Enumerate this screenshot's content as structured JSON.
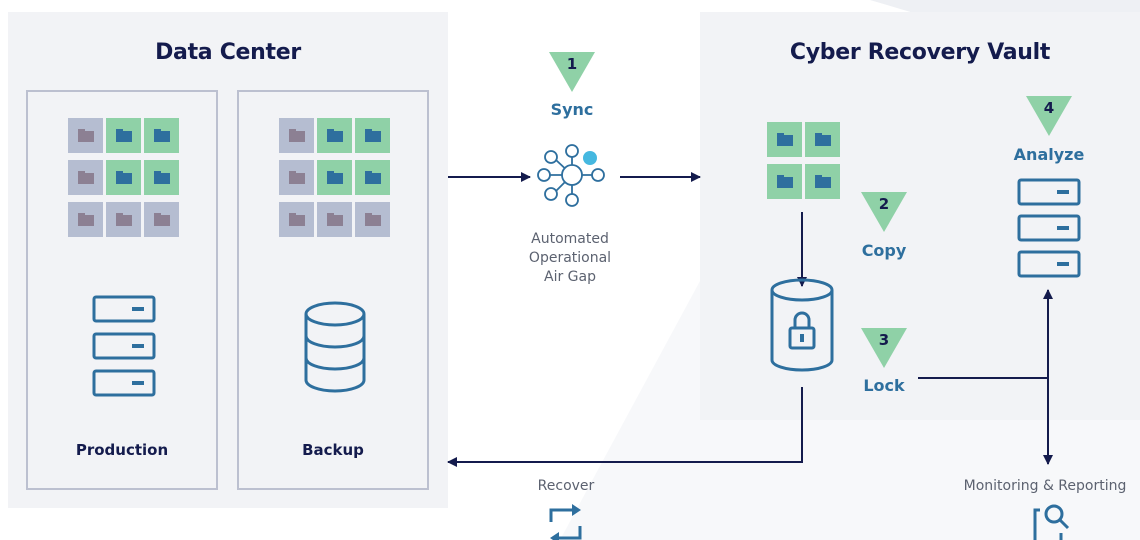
{
  "data_center": {
    "title": "Data Center",
    "production_label": "Production",
    "backup_label": "Backup"
  },
  "vault": {
    "title": "Cyber Recovery Vault"
  },
  "steps": {
    "sync": {
      "number": "1",
      "label": "Sync"
    },
    "copy": {
      "number": "2",
      "label": "Copy"
    },
    "lock": {
      "number": "3",
      "label": "Lock"
    },
    "analyze": {
      "number": "4",
      "label": "Analyze"
    }
  },
  "air_gap": {
    "line1": "Automated",
    "line2": "Operational",
    "line3": "Air Gap"
  },
  "recover_label": "Recover",
  "monitoring_label": "Monitoring & Reporting",
  "colors": {
    "navy": "#141b4d",
    "blue": "#2e6f9e",
    "green": "#8fd1a7",
    "gray_tile": "#b5bdd1",
    "accent_cyan": "#45b8e0"
  },
  "icons": {
    "network": "network-hub-icon",
    "database": "database-icon",
    "locked_database": "locked-database-icon",
    "server": "server-stack-icon",
    "recover": "recover-arrows-icon",
    "monitor": "magnifier-report-icon"
  }
}
